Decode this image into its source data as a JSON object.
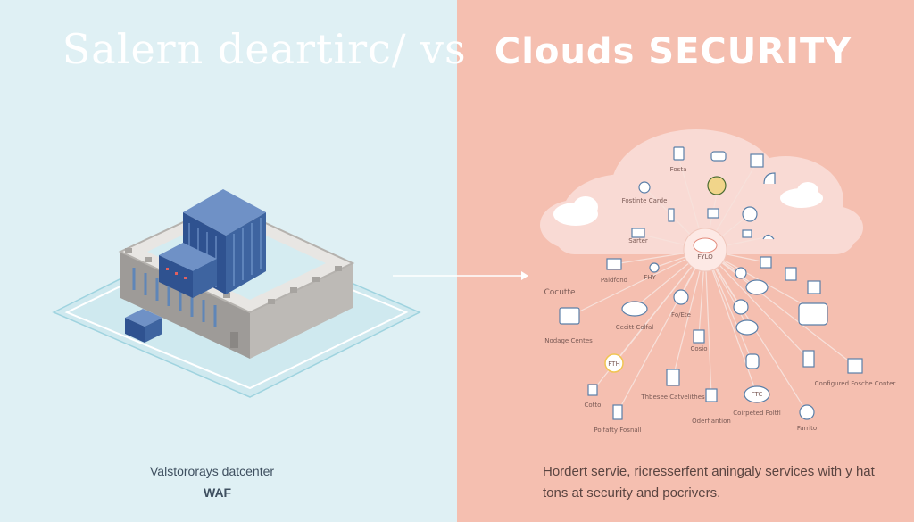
{
  "title": {
    "left": "Salern deartirc/ vs",
    "right": "Clouds SECURITY"
  },
  "colors": {
    "left_bg": "#dff0f4",
    "right_bg": "#f5bfb0",
    "building": "#3e64a0",
    "wall": "#bdbab6",
    "cloud": "#fbe4e0",
    "link": "#f3d9d2"
  },
  "left": {
    "caption": "Valstororays datcenter",
    "sub_caption": "WAF"
  },
  "right": {
    "caption": "Hordert servie, ricresserfent aningaly services with y hat tons at security and pocrivers.",
    "center_node": "FYLO",
    "labels": {
      "l1": "Fosta",
      "l2": "Fostinte Carde",
      "l3": "Sarter",
      "l4": "Paldfond",
      "l5": "FHY",
      "l6": "Cocutte",
      "l7": "Nodage Centes",
      "l8": "Cecitt Colfal",
      "l9": "Fo/Ete",
      "l10": "FTH",
      "l11": "Cosio",
      "l12": "Thbesee Catvelithes",
      "l13": "Polfatty Fosnall",
      "l14": "Oderfiantion",
      "l15": "Coirpeted Foltfl",
      "l16": "FTC",
      "l17": "Cotto",
      "l18": "Configured Fosche Conter",
      "l19": "Farrito"
    },
    "icons": [
      "document-icon",
      "car-icon",
      "gift-icon",
      "person-icon",
      "globe-icon",
      "umbrella-icon",
      "lock-icon",
      "camera-icon",
      "server-icon",
      "cloud-icon",
      "chart-icon",
      "database-icon",
      "gear-icon",
      "phone-icon",
      "key-icon",
      "folder-icon"
    ]
  }
}
